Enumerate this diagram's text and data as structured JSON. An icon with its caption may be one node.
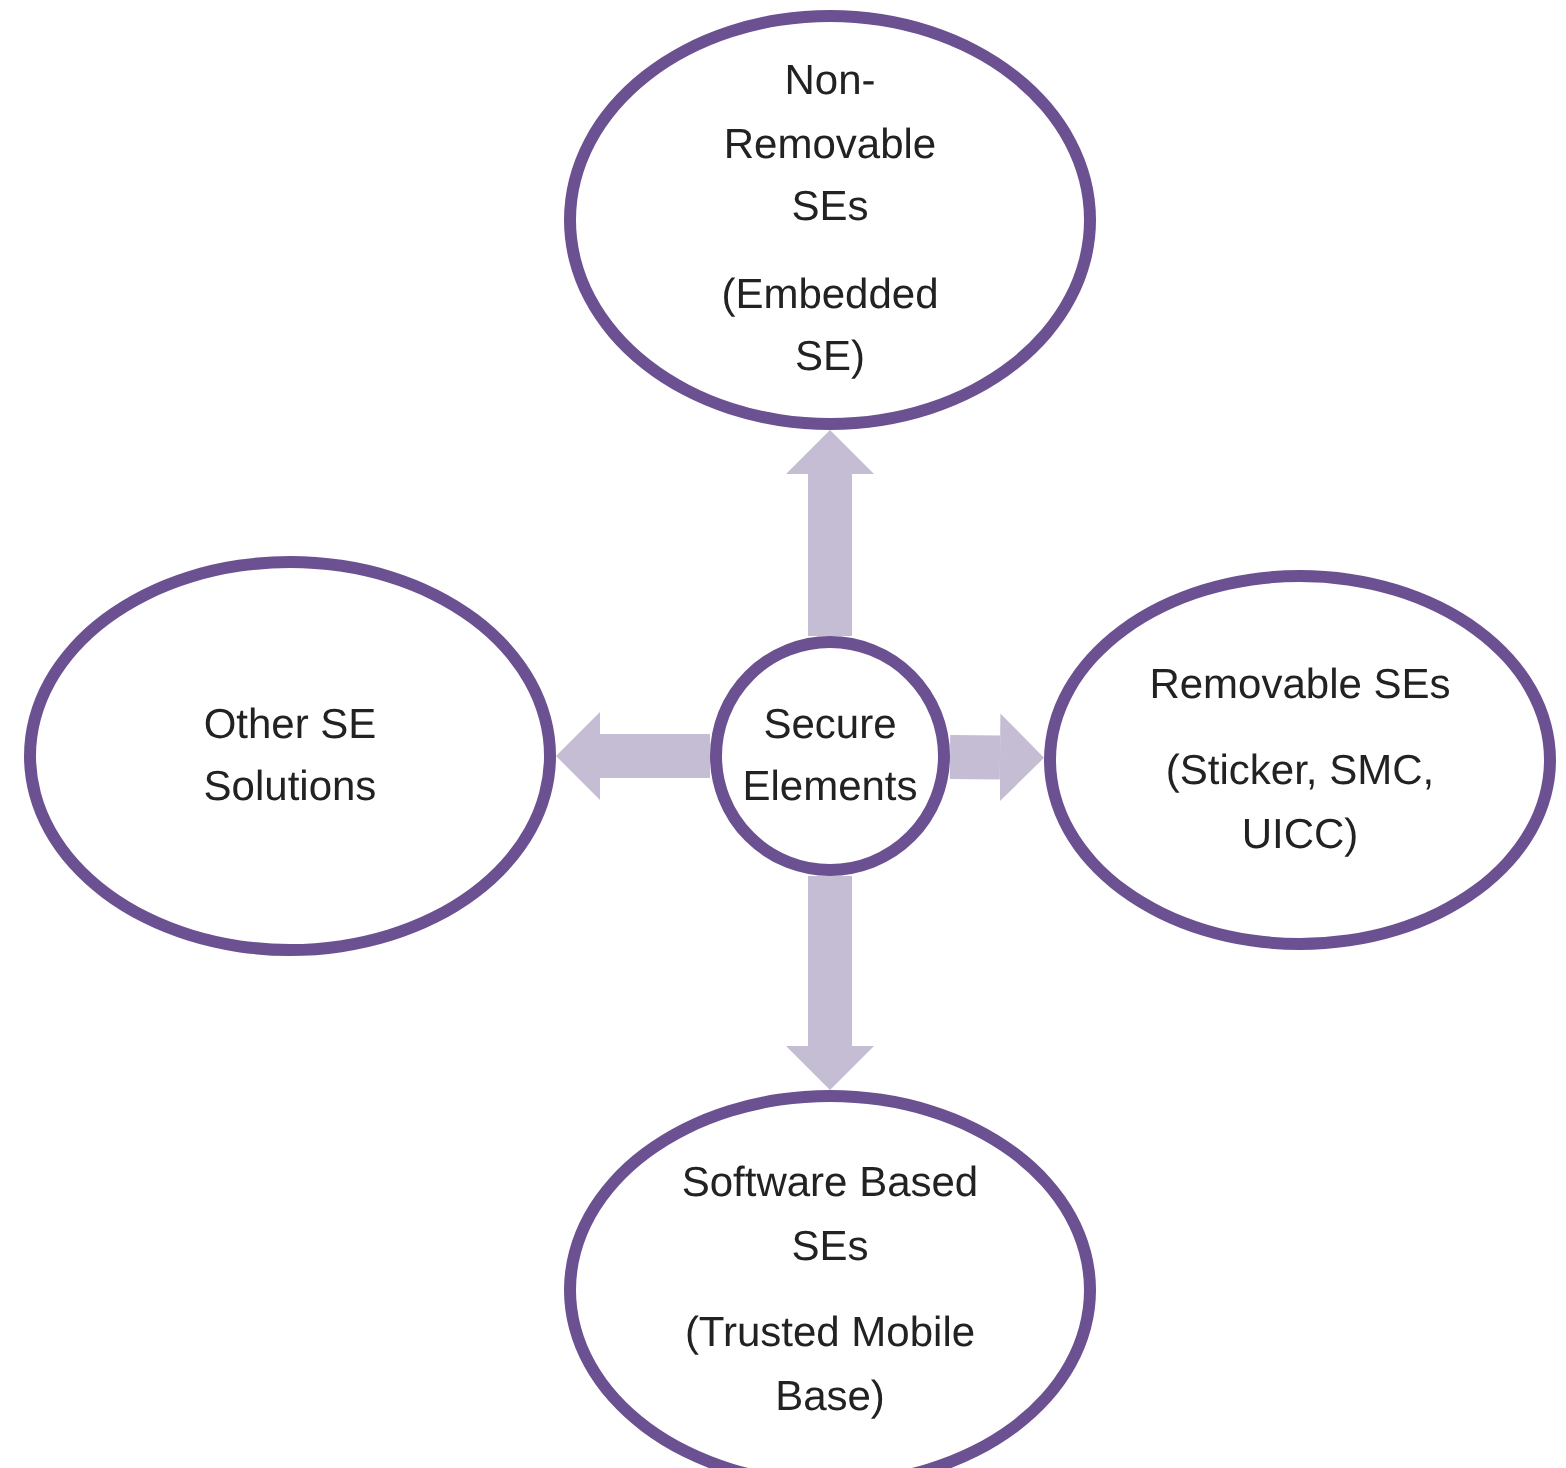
{
  "diagram": {
    "nodes": [
      {
        "text": [
          "Non-Removable SEs",
          "(Embedded SE)"
        ]
      },
      {
        "text": [
          "Other SE Solutions"
        ]
      },
      {
        "text": [
          "Secure Elements"
        ]
      },
      {
        "text": [
          "Removable SEs",
          "(Sticker, SMC, UICC)"
        ]
      },
      {
        "text": [
          "Software Based SEs",
          "(Trusted Mobile Base)"
        ]
      }
    ],
    "edges": [
      {
        "from": 2,
        "to": 0,
        "arrow": "to"
      },
      {
        "from": 2,
        "to": 1,
        "arrow": "to"
      },
      {
        "from": 2,
        "to": 3,
        "arrow": "to"
      },
      {
        "from": 2,
        "to": 4,
        "arrow": "to"
      }
    ]
  }
}
